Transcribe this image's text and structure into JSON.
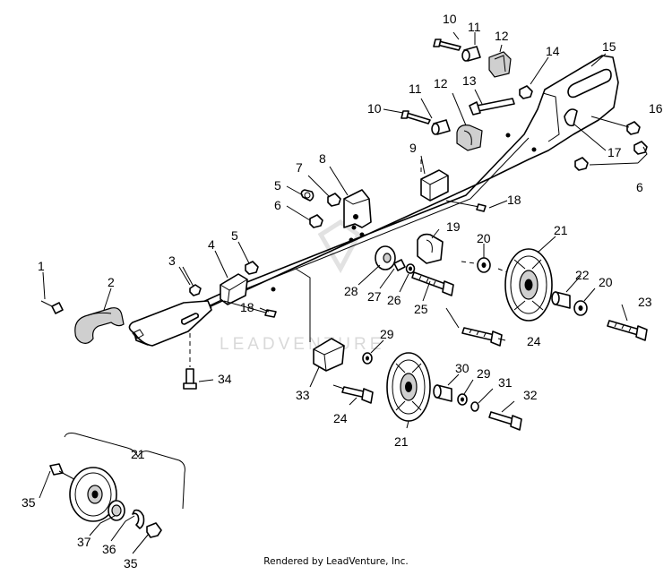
{
  "diagram": {
    "watermark": "LEADVENTURE",
    "credit": "Rendered by LeadVenture, Inc.",
    "callouts": [
      {
        "id": "c10a",
        "text": "10"
      },
      {
        "id": "c11a",
        "text": "11"
      },
      {
        "id": "c12a",
        "text": "12"
      },
      {
        "id": "c14",
        "text": "14"
      },
      {
        "id": "c15",
        "text": "15"
      },
      {
        "id": "c16",
        "text": "16"
      },
      {
        "id": "c10b",
        "text": "10"
      },
      {
        "id": "c11b",
        "text": "11"
      },
      {
        "id": "c12b",
        "text": "12"
      },
      {
        "id": "c13",
        "text": "13"
      },
      {
        "id": "c17",
        "text": "17"
      },
      {
        "id": "c6a",
        "text": "6"
      },
      {
        "id": "c9",
        "text": "9"
      },
      {
        "id": "c8",
        "text": "8"
      },
      {
        "id": "c7",
        "text": "7"
      },
      {
        "id": "c5a",
        "text": "5"
      },
      {
        "id": "c6b",
        "text": "6"
      },
      {
        "id": "c18a",
        "text": "18"
      },
      {
        "id": "c19",
        "text": "19"
      },
      {
        "id": "c20a",
        "text": "20"
      },
      {
        "id": "c21a",
        "text": "21"
      },
      {
        "id": "c4",
        "text": "4"
      },
      {
        "id": "c5b",
        "text": "5"
      },
      {
        "id": "c3",
        "text": "3"
      },
      {
        "id": "c1",
        "text": "1"
      },
      {
        "id": "c2",
        "text": "2"
      },
      {
        "id": "c28",
        "text": "28"
      },
      {
        "id": "c27",
        "text": "27"
      },
      {
        "id": "c26",
        "text": "26"
      },
      {
        "id": "c25",
        "text": "25"
      },
      {
        "id": "c22",
        "text": "22"
      },
      {
        "id": "c20b",
        "text": "20"
      },
      {
        "id": "c23",
        "text": "23"
      },
      {
        "id": "c18b",
        "text": "18"
      },
      {
        "id": "c24a",
        "text": "24"
      },
      {
        "id": "c29a",
        "text": "29"
      },
      {
        "id": "c34",
        "text": "34"
      },
      {
        "id": "c33",
        "text": "33"
      },
      {
        "id": "c30",
        "text": "30"
      },
      {
        "id": "c29b",
        "text": "29"
      },
      {
        "id": "c31",
        "text": "31"
      },
      {
        "id": "c32",
        "text": "32"
      },
      {
        "id": "c24b",
        "text": "24"
      },
      {
        "id": "c21b",
        "text": "21"
      },
      {
        "id": "c21c",
        "text": "21"
      },
      {
        "id": "c35a",
        "text": "35"
      },
      {
        "id": "c37",
        "text": "37"
      },
      {
        "id": "c36",
        "text": "36"
      },
      {
        "id": "c35b",
        "text": "35"
      }
    ]
  }
}
